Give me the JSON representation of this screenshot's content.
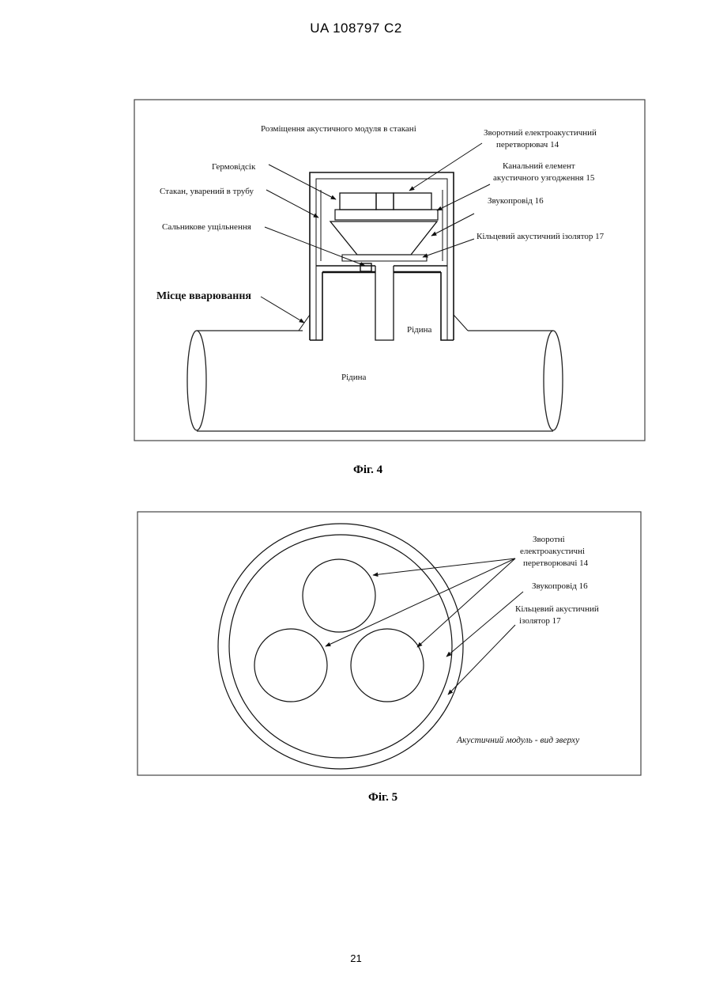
{
  "header": {
    "doc_id": "UA   108797   C2"
  },
  "page_number": "21",
  "fig4": {
    "title": "Розміщення акустичного модуля в стакані",
    "labels": {
      "transducer_line1": "Зворотний електроакустичний",
      "transducer_line2": "перетворювач 14",
      "channel_line1": "Канальний елемент",
      "channel_line2": "акустичного  узгодження 15",
      "sound_guide": "Звукопровід 16",
      "ring_isolator": "Кільцевий акустичний ізолятор 17",
      "sealed_compartment": "Гермовідсік",
      "cup_welded": "Стакан, уварений в трубу",
      "gland_seal": "Сальникове ущільнення",
      "weld_place": "Місце вварювання",
      "liquid_cup": "Рідина",
      "liquid_pipe": "Рідина"
    },
    "caption": "Фіг. 4"
  },
  "fig5": {
    "labels": {
      "transducers_line1": "Зворотні",
      "transducers_line2": "електроакустичні",
      "transducers_line3": "перетворювачі 14",
      "sound_guide": "Звукопровід 16",
      "isolator_line1": "Кільцевий   акустичний",
      "isolator_line2": "ізолятор 17",
      "view_title": "Акустичний модуль - вид зверху"
    },
    "caption": "Фіг. 5"
  }
}
